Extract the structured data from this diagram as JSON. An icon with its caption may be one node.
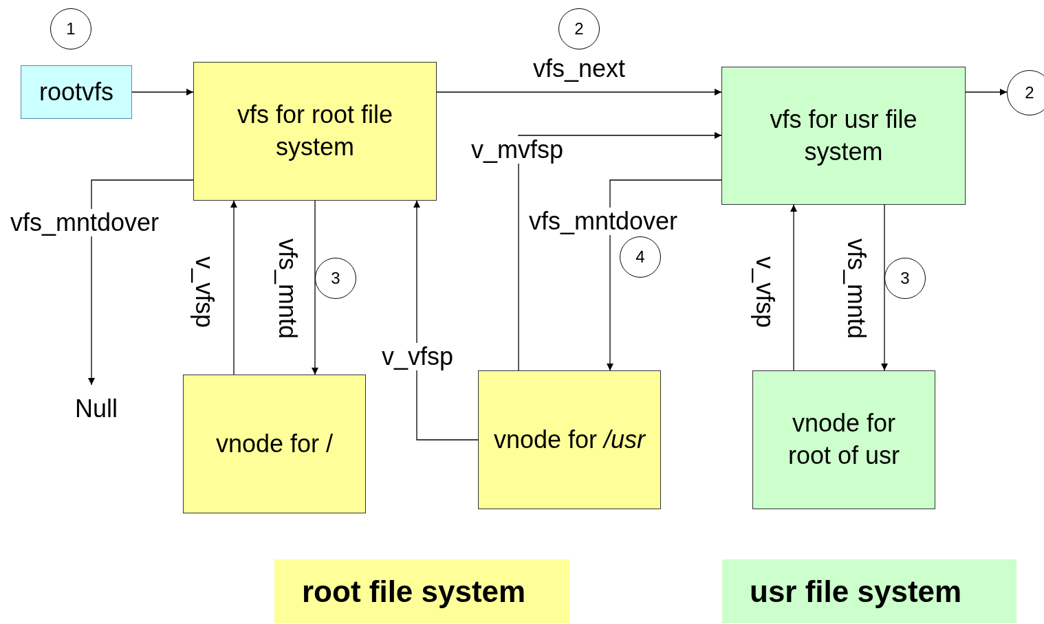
{
  "diagram": {
    "nodes": [
      {
        "text": [
          "rootvfs"
        ]
      },
      {
        "text": [
          "vfs for root file system"
        ]
      },
      {
        "text": [
          "vfs for usr file system"
        ]
      },
      {
        "text": [
          "2"
        ]
      },
      {
        "text": [
          "Null"
        ]
      },
      {
        "text": [
          "vnode for /"
        ]
      },
      {
        "text": [
          "vnode for */usr*"
        ]
      },
      {
        "text": [
          "vnode for root of usr"
        ]
      },
      {
        "text": [
          "1"
        ]
      },
      {
        "text": [
          "2"
        ]
      },
      {
        "text": [
          "4"
        ]
      },
      {
        "text": [
          "3"
        ]
      },
      {
        "text": [
          "3"
        ]
      }
    ],
    "edges": [
      {
        "from": 0,
        "to": 1,
        "arrow": "to"
      },
      {
        "from": 1,
        "to": 2,
        "arrow": "to",
        "label": "vfs_next"
      },
      {
        "from": 2,
        "to": 3,
        "arrow": "to"
      },
      {
        "from": 1,
        "to": 4,
        "arrow": "to",
        "label": "vfs_mntdover"
      },
      {
        "from": 5,
        "to": 1,
        "arrow": "to",
        "label": "v_vfsp"
      },
      {
        "from": 1,
        "to": 5,
        "arrow": "to",
        "label": "vfs_mntd"
      },
      {
        "from": 6,
        "to": 1,
        "arrow": "to",
        "label": "v_vfsp"
      },
      {
        "from": 6,
        "to": 2,
        "arrow": "to",
        "label": "v_mvfsp"
      },
      {
        "from": 2,
        "to": 6,
        "arrow": "to",
        "label": "vfs_mntdover"
      },
      {
        "from": 7,
        "to": 2,
        "arrow": "to",
        "label": "v_vfsp"
      },
      {
        "from": 2,
        "to": 7,
        "arrow": "to",
        "label": "vfs_mntd"
      }
    ],
    "legend": [
      {
        "text": "root file system",
        "color": "#ffff99"
      },
      {
        "text": "usr file system",
        "color": "#ccffcc"
      }
    ]
  }
}
